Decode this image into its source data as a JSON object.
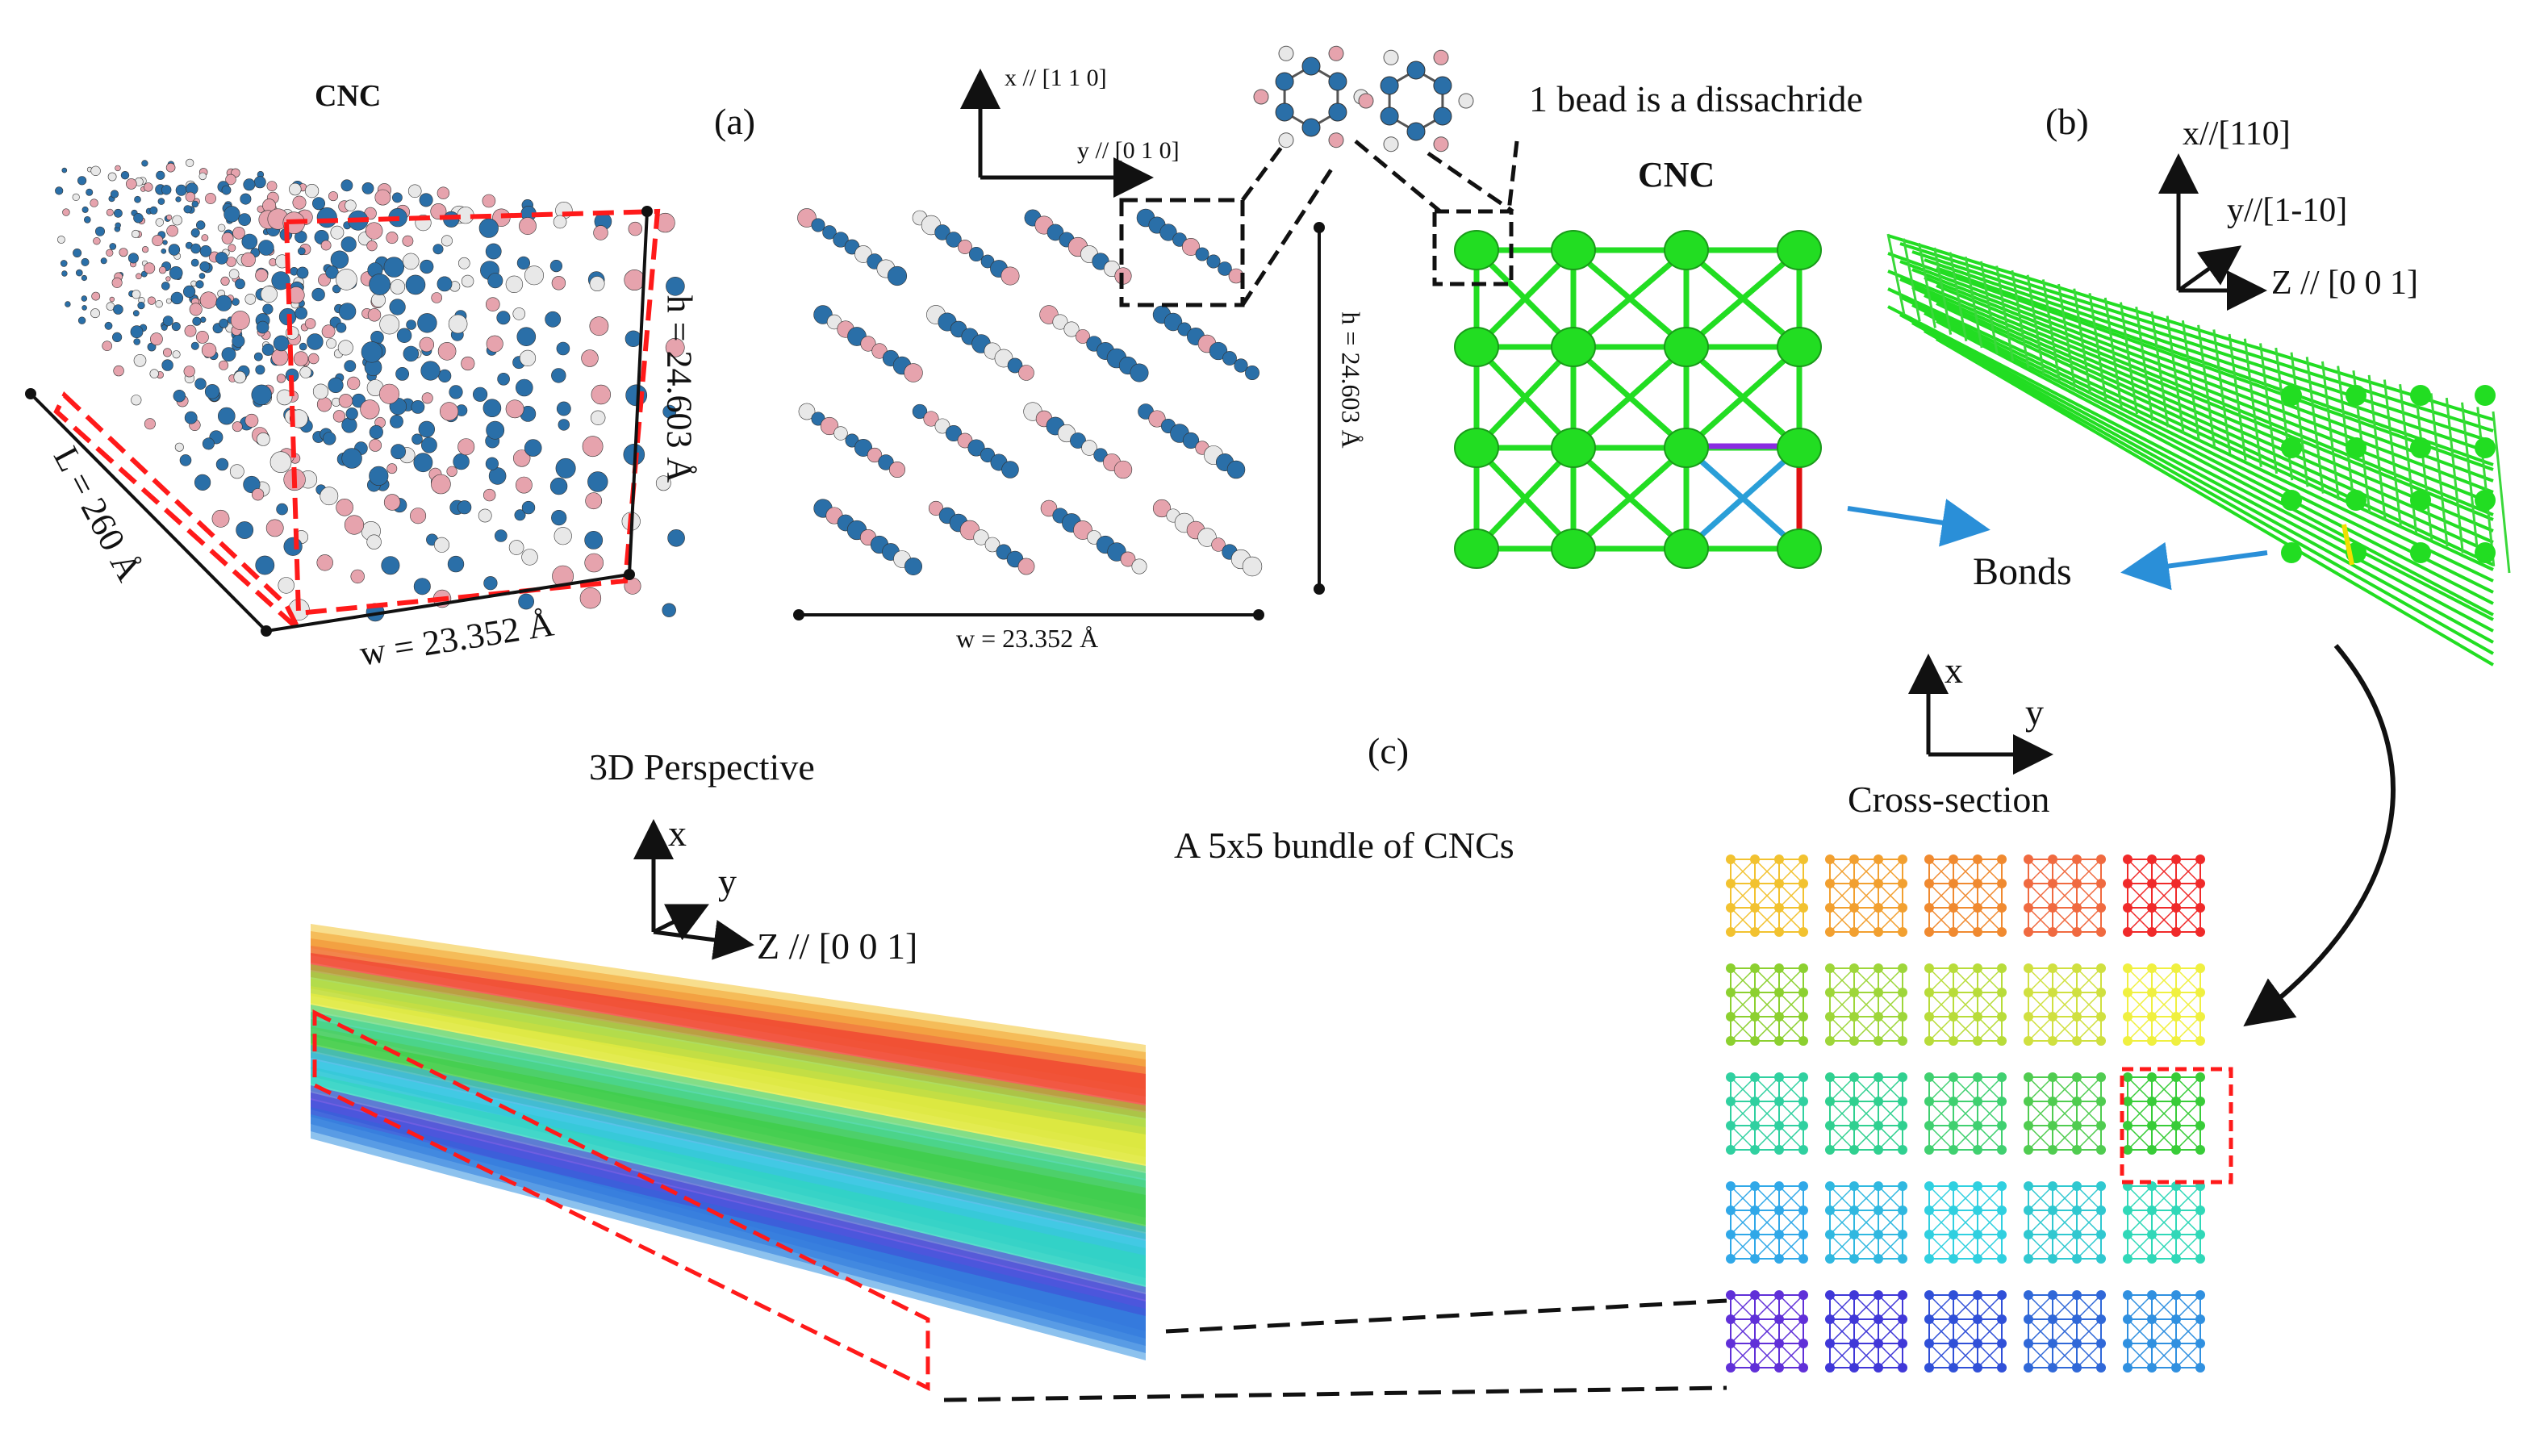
{
  "panels": {
    "a": {
      "label": "(a)",
      "model_title": "CNC",
      "length": "L = 260 Å",
      "width": "w = 23.352 Å",
      "height": "h = 24.603 Å",
      "axis_x": "x // [1 1 0]",
      "axis_y": "y // [0 1 0]",
      "cross_width": "w = 23.352 Å",
      "cross_height": "h = 24.603 Å"
    },
    "b": {
      "label": "(b)",
      "bead_note": "1 bead is a dissachride",
      "model_title": "CNC",
      "axis_x": "x//[110]",
      "axis_y": "y//[1-10]",
      "axis_z": "Z // [0 0 1]",
      "bonds_label": "Bonds"
    },
    "c": {
      "label": "(c)",
      "perspective_title": "3D Perspective",
      "bundle_title": "A 5x5 bundle of CNCs",
      "axis_x": "x",
      "axis_y": "y",
      "axis_z": "Z // [0 0 1]",
      "cross_section_title": "Cross-section",
      "cs_axis_x": "x",
      "cs_axis_y": "y"
    }
  },
  "colors": {
    "carbon": "#2a6fa8",
    "oxygen": "#e6a3ad",
    "hydrogen": "#e8e8e8",
    "bead": "#22dd22",
    "highlight": "#ff1a1a",
    "bond_blue": "#2a9fd8",
    "bond_purple": "#8a2be2",
    "bond_red": "#e01010",
    "bond_yellow": "#f0e000",
    "arrow_blue": "#2a8fd8",
    "bundle_rows": [
      [
        "#f2c230",
        "#f2a030",
        "#f08a30",
        "#f06a40",
        "#f02a2a"
      ],
      [
        "#8cd030",
        "#9ed63a",
        "#b8dc3a",
        "#d0e040",
        "#f0f040"
      ],
      [
        "#30d0a0",
        "#30d090",
        "#40d070",
        "#50cc50",
        "#38cc38"
      ],
      [
        "#30a8e8",
        "#30b8e0",
        "#30d0e0",
        "#30c8d0",
        "#30d8b8"
      ],
      [
        "#6030d8",
        "#4038d8",
        "#3050d8",
        "#3068d8",
        "#3090e0"
      ]
    ]
  }
}
